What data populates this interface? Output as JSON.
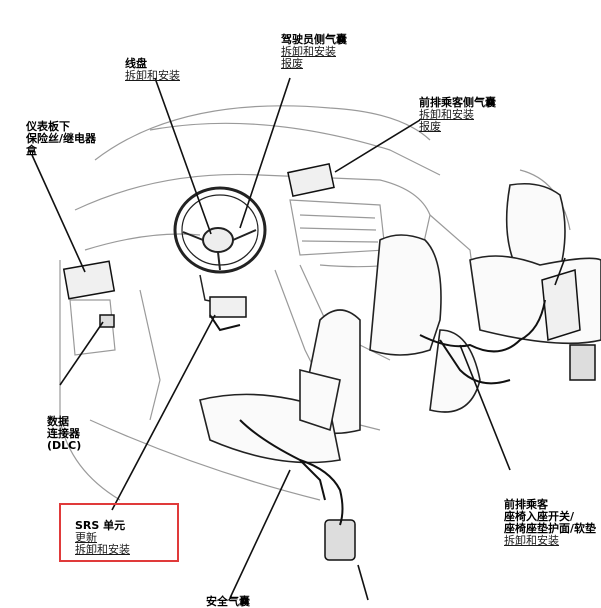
{
  "colors": {
    "highlight_border": "#e03a3a",
    "line": "#111111",
    "sketch": "#9a9a9a"
  },
  "callouts": {
    "driver_airbag": {
      "title": "驾驶员侧气囊",
      "links": [
        "拆卸和安装",
        "报废"
      ]
    },
    "steering": {
      "title": "线盘",
      "links": [
        "拆卸和安装"
      ]
    },
    "passenger_airbag": {
      "title": "前排乘客侧气囊",
      "links": [
        "拆卸和安装",
        "报废"
      ]
    },
    "fuse_box": {
      "title_lines": [
        "仪表板下",
        "保险丝/继电器",
        "盒"
      ]
    },
    "dlc": {
      "title_lines": [
        "数据",
        "连接器",
        "(DLC)"
      ]
    },
    "srs_unit": {
      "title": "SRS 单元",
      "links": [
        "更新",
        "拆卸和安装"
      ]
    },
    "passenger_seat": {
      "title_lines": [
        "前排乘客",
        "座椅入座开关/",
        "座椅座垫护面/软垫"
      ],
      "links": [
        "拆卸和安装"
      ]
    },
    "bottom_cut": {
      "title": "安全气囊"
    }
  }
}
